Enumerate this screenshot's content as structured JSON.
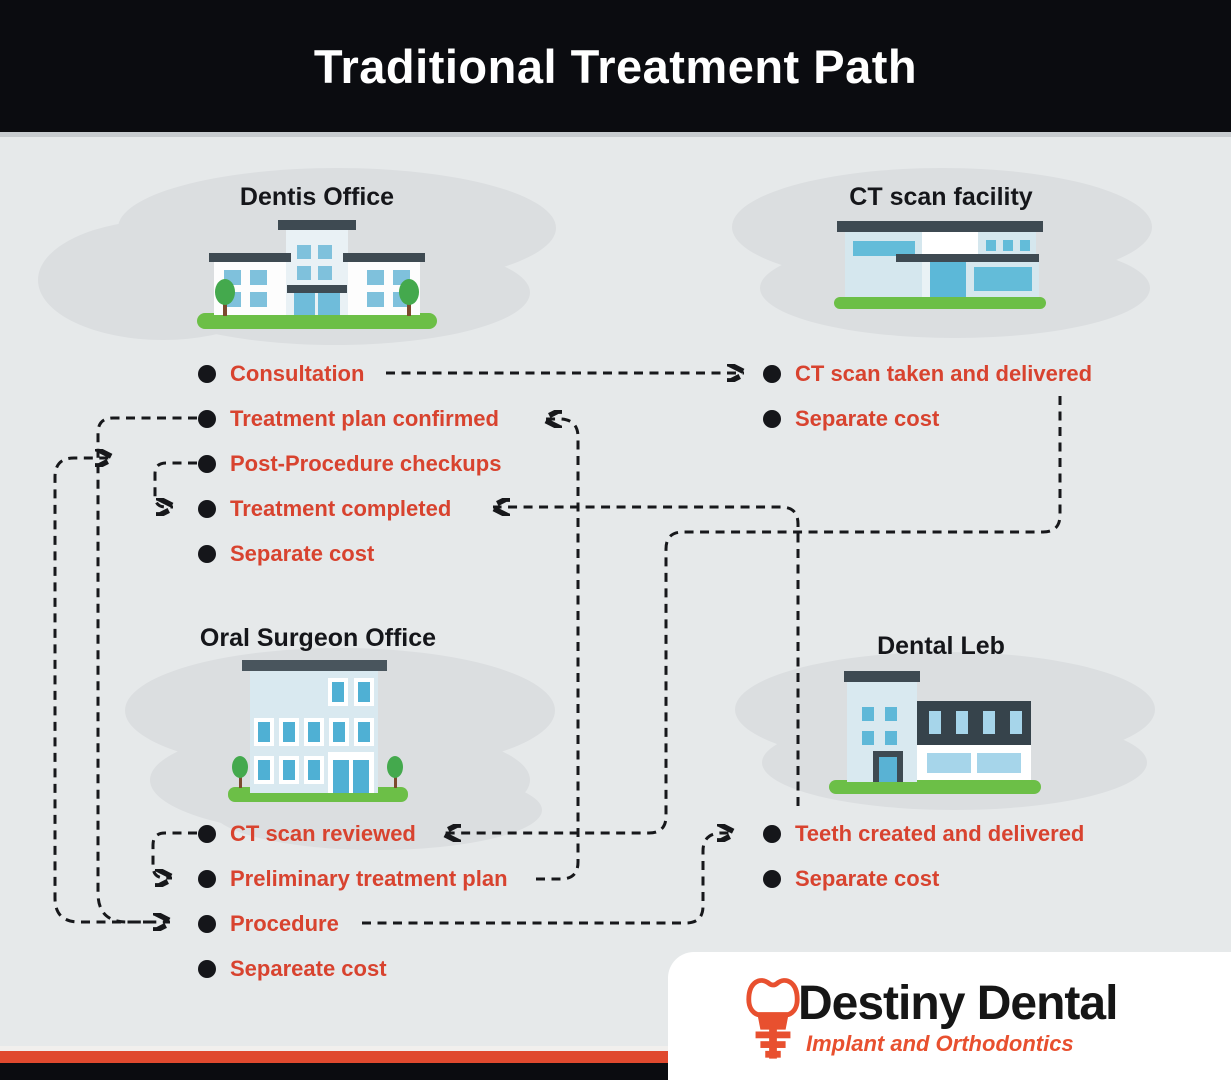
{
  "title": "Traditional Treatment Path",
  "colors": {
    "header_bg": "#0b0c10",
    "canvas_bg": "#e6e9ea",
    "item_red": "#d8432f",
    "stripe_red": "#e0492e",
    "logo_orange": "#e8502f",
    "arrow_black": "#17181b"
  },
  "sections": {
    "dentist": {
      "label": "Dentis Office",
      "items": [
        "Consultation",
        "Treatment plan confirmed",
        "Post-Procedure checkups",
        "Treatment completed",
        "Separate cost"
      ]
    },
    "ct": {
      "label": "CT scan facility",
      "items": [
        "CT scan taken and delivered",
        "Separate cost"
      ]
    },
    "surgeon": {
      "label": "Oral Surgeon Office",
      "items": [
        "CT scan reviewed",
        "Preliminary treatment plan",
        "Procedure",
        "Separeate cost"
      ]
    },
    "lab": {
      "label": "Dental Leb",
      "items": [
        "Teeth created and delivered",
        "Separate cost"
      ]
    }
  },
  "connections": [
    {
      "from": "Consultation",
      "to": "CT scan taken and delivered"
    },
    {
      "from": "CT scan taken and delivered",
      "to": "CT scan reviewed"
    },
    {
      "from": "CT scan reviewed",
      "to": "Preliminary treatment plan"
    },
    {
      "from": "Preliminary treatment plan",
      "to": "Treatment plan confirmed"
    },
    {
      "from": "Treatment plan confirmed",
      "to": "Procedure"
    },
    {
      "from": "Procedure",
      "to": "Post-Procedure checkups"
    },
    {
      "from": "Procedure",
      "to": "Teeth created and delivered"
    },
    {
      "from": "Teeth created and delivered",
      "to": "Treatment completed"
    },
    {
      "from": "Post-Procedure checkups",
      "to": "Treatment completed"
    }
  ],
  "logo": {
    "brand": "Destiny Dental",
    "tagline": "Implant and Orthodontics"
  }
}
